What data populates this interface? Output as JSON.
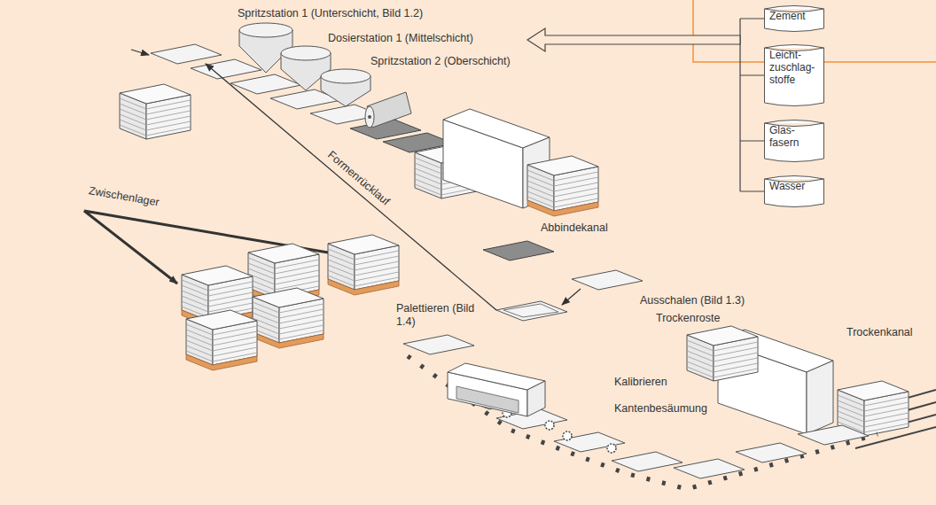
{
  "diagram": {
    "nodes": [
      {
        "text": [
          "Zement"
        ]
      },
      {
        "text": [
          "Leicht- zuschlag- stoffe"
        ]
      },
      {
        "text": [
          "Glas- fasern"
        ]
      },
      {
        "text": [
          "Wasser"
        ]
      }
    ],
    "labels": [
      "Spritzstation 1 (Unterschicht, Bild 1.2)",
      "Dosierstation 1 (Mittelschicht)",
      "Spritzstation 2 (Oberschicht)",
      "Formenrücklauf",
      "Zwischenlager",
      "Abbindekanal",
      "Ausschalen (Bild 1.3)",
      "Trockenroste",
      "Trockenkanal",
      "Palettieren (Bild 1.4)",
      "Kalibrieren",
      "Kantenbesäumung"
    ]
  }
}
